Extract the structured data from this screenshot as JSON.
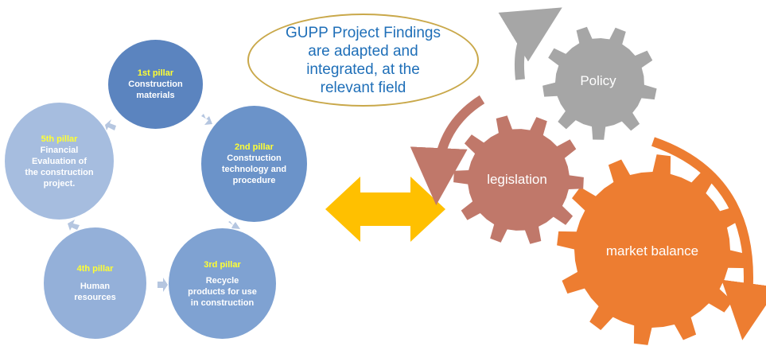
{
  "pillars": [
    {
      "title": "1st pillar",
      "text": "Construction\nmaterials"
    },
    {
      "title": "2nd pillar",
      "text": "Construction\ntechnology and\nprocedure"
    },
    {
      "title": "3rd pillar",
      "text": "Recycle\nproducts for use\nin construction"
    },
    {
      "title": "4th pillar",
      "text": "Human\nresources"
    },
    {
      "title": "5th pillar",
      "text": "Financial\nEvaluation of\nthe construction\nproject."
    }
  ],
  "findings": {
    "text": "GUPP Project Findings\nare adapted and\nintegrated, at the\nrelevant field"
  },
  "gears": {
    "policy": "Policy",
    "legislation": "legislation",
    "market": "market balance"
  },
  "colors": {
    "pillar_title": "#ffff33",
    "policy_gear": "#a6a6a6",
    "legislation_gear": "#c0786a",
    "market_gear": "#ed7d31",
    "double_arrow": "#ffc000",
    "findings_text": "#1f6fb8",
    "findings_border": "#c9a84a"
  }
}
